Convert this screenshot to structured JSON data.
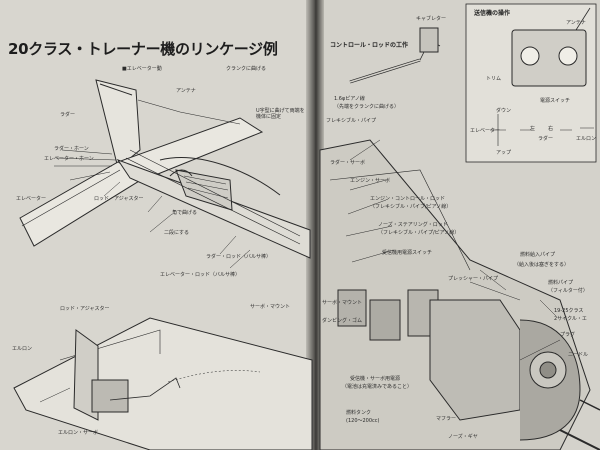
{
  "title": "20クラス・トレーナー機のリンケージ例",
  "section_control_rod": "コントロール・ロッドの工作",
  "transmitter_box": {
    "title": "送信機の操作",
    "antenna": "アンテナ",
    "trim": "トリム",
    "power_switch": "電源スイッチ",
    "down": "ダウン",
    "up": "アップ",
    "elevator": "エレベーター",
    "rudder": "ラダー",
    "aileron": "エルロン",
    "left_sign": "左",
    "right_sign": "右"
  },
  "left_labels": {
    "l1": "■エレベーター動",
    "l2": "アンテナ",
    "l3": "クランクに曲げる",
    "l4": "ラダー",
    "l5": "ラダー・ホーン",
    "l6": "エレベーター・ホーン",
    "l7": "エレベーター",
    "l8": "ロッド・アジャスター",
    "l9": "角で曲げる",
    "l10": "二段にする",
    "l11": "ラダー・ロッド（バルサ棒）",
    "l12": "エレベーター・ロッド（バルサ棒）",
    "l13": "ロッド・アジャスター",
    "l14": "エルロン",
    "l15": "エルロン・サーボ",
    "l16": "U字型に曲げて両端を機体に固定",
    "l17": "サーボ・マウント"
  },
  "right_labels": {
    "r1": "キャブレター",
    "r2": "1.6φピアノ線",
    "r3": "（先端をクランクに曲げる）",
    "r4": "フレキシブル・パイプ",
    "r5": "ラダー・サーボ",
    "r6": "エンジン・サーボ",
    "r7": "エンジン・コントロール・ロッド",
    "r8": "（フレキシブル・パイプ/ピアノ線）",
    "r9": "ノーズ・ステアリング・ロッド",
    "r10": "（フレキシブル・パイプ/ピアノ線）",
    "r11": "受信機用電源スイッチ",
    "r12": "燃料給入パイプ",
    "r13": "（給入後は塞ぎをする）",
    "r14": "プレッシャー・パイプ",
    "r15": "燃料パイプ",
    "r16": "（フィルター付）",
    "r17": "19-25クラス",
    "r18": "2サイクル・エ",
    "r19": "プラグ",
    "r20": "ニードル",
    "r21": "受信機・サーボ用電源",
    "r22": "（電池は充電済みであること）",
    "r23": "燃料タンク",
    "r24": "(120〜200cc)",
    "r25": "マフラー",
    "r26": "ノーズ・ギヤ",
    "r27": "サーボ・マウント",
    "r28": "ダンピング・ゴム"
  }
}
